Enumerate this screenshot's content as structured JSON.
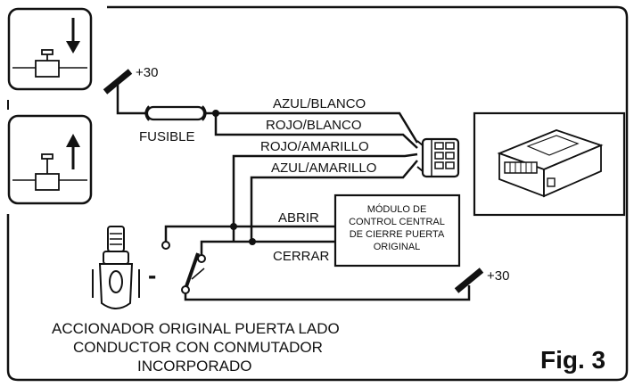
{
  "supply": {
    "top_label": "+30",
    "bottom_label": "+30"
  },
  "fuse": {
    "label": "FUSIBLE"
  },
  "wires": {
    "w1": "AZUL/BLANCO",
    "w2": "ROJO/BLANCO",
    "w3": "ROJO/AMARILLO",
    "w4": "AZUL/AMARILLO",
    "abrir": "ABRIR",
    "cerrar": "CERRAR"
  },
  "module": {
    "line1": "MÓDULO DE",
    "line2": "CONTROL CENTRAL",
    "line3": "DE CIERRE PUERTA",
    "line4": "ORIGINAL"
  },
  "switch": {
    "sign": "-"
  },
  "actuator": {
    "line1": "ACCIONADOR ORIGINAL PUERTA LADO",
    "line2": "CONDUCTOR CON CONMUTADOR",
    "line3": "INCORPORADO"
  },
  "figure": {
    "label": "Fig. 3"
  },
  "icons": {
    "lock": "lock-down-icon",
    "unlock": "lock-up-icon"
  }
}
